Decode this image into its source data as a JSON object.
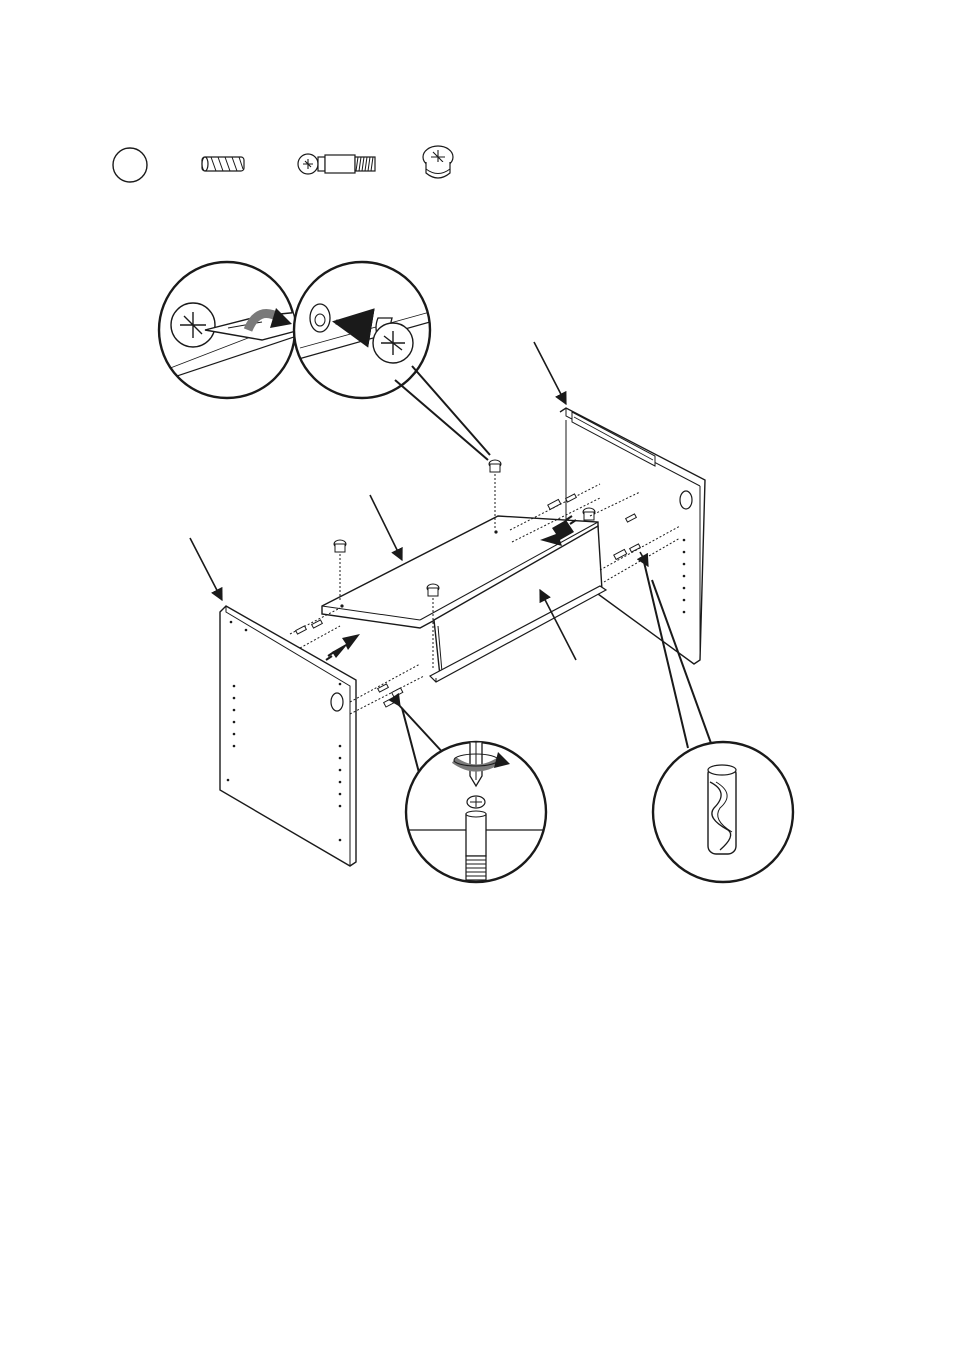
{
  "step": {
    "number": ""
  },
  "hardware": [
    {
      "name": "step-number-circle-icon"
    },
    {
      "name": "wooden-dowel-icon"
    },
    {
      "name": "cam-bolt-icon"
    },
    {
      "name": "cam-lock-icon"
    }
  ],
  "details": [
    {
      "name": "detail-turn-cam-lock",
      "content": "screwdriver-icon"
    },
    {
      "name": "detail-insert-cam-lock",
      "content": "cam-lock-icon"
    },
    {
      "name": "detail-screw-cam-bolt",
      "content": "cam-bolt-icon"
    },
    {
      "name": "detail-dowel",
      "content": "wooden-dowel-icon"
    }
  ],
  "colors": {
    "line": "#1a1a1a",
    "arrow": "#1a1a1a",
    "arrow_gray": "#7a7a7a",
    "panel_fill": "#ffffff"
  }
}
